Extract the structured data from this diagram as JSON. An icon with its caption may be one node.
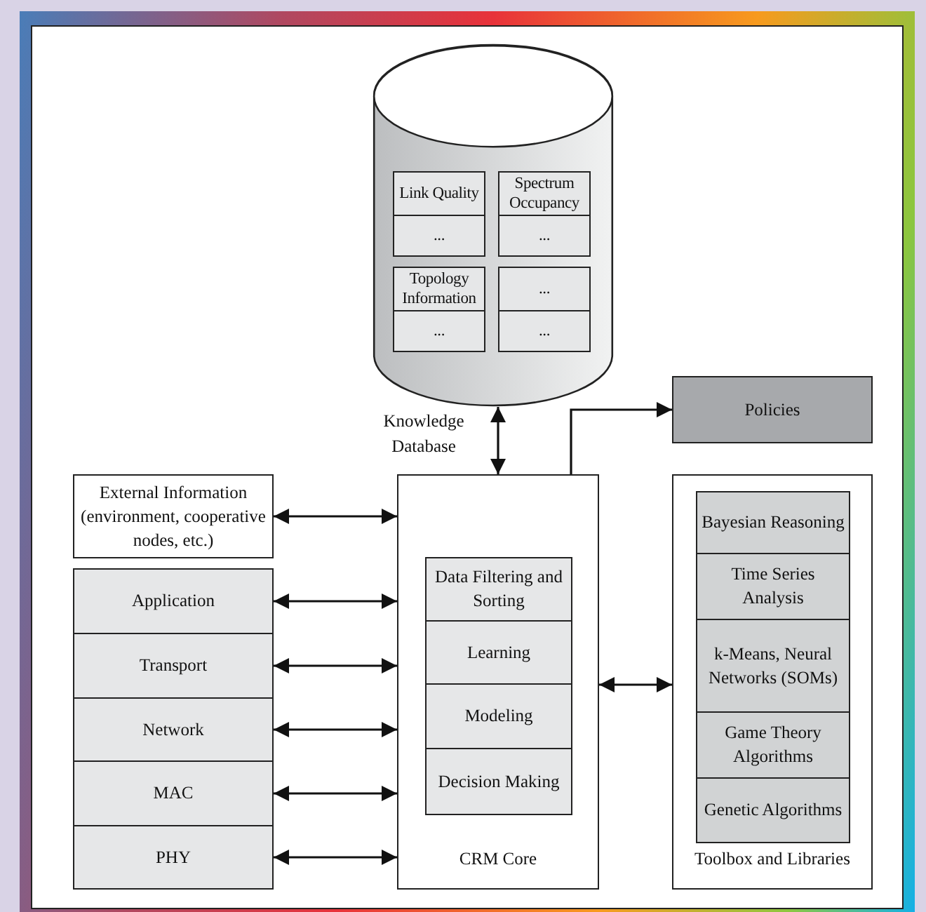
{
  "diagram": {
    "nodes": [
      {
        "text": [],
        "shape": "cylinder",
        "beside": [
          "Knowledge Database"
        ]
      },
      {
        "text": [
          "Link Quality",
          "..."
        ],
        "in": 0
      },
      {
        "text": [
          "Spectrum Occupancy",
          "..."
        ],
        "in": 0
      },
      {
        "text": [
          "Topology Information",
          "..."
        ],
        "in": 0
      },
      {
        "text": [
          "...",
          "..."
        ],
        "in": 0
      },
      {
        "text": [
          "Policies"
        ]
      },
      {
        "text": [
          "External Information (environment, cooperative nodes, etc.)"
        ]
      },
      {
        "text": [
          "Application"
        ]
      },
      {
        "text": [
          "Transport"
        ]
      },
      {
        "text": [
          "Network"
        ]
      },
      {
        "text": [
          "MAC"
        ]
      },
      {
        "text": [
          "PHY"
        ]
      },
      {
        "text": [
          "CRM Core"
        ]
      },
      {
        "text": [
          "Data Filtering and Sorting"
        ],
        "in": 12
      },
      {
        "text": [
          "Learning"
        ],
        "in": 12
      },
      {
        "text": [
          "Modeling"
        ],
        "in": 12
      },
      {
        "text": [
          "Decision Making"
        ],
        "in": 12
      },
      {
        "text": [
          "Toolbox and Libraries"
        ]
      },
      {
        "text": [
          "Bayesian Reasoning"
        ],
        "in": 17
      },
      {
        "text": [
          "Time Series Analysis"
        ],
        "in": 17
      },
      {
        "text": [
          "k-Means, Neural Networks (SOMs)"
        ],
        "in": 17
      },
      {
        "text": [
          "Game Theory Algorithms"
        ],
        "in": 17
      },
      {
        "text": [
          "Genetic Algorithms"
        ],
        "in": 17
      }
    ],
    "edges": [
      {
        "from": 0,
        "to": 12,
        "arrow": "both"
      },
      {
        "from": 12,
        "to": 5,
        "arrow": "to"
      },
      {
        "from": 6,
        "to": 12,
        "arrow": "both"
      },
      {
        "from": 7,
        "to": 12,
        "arrow": "both"
      },
      {
        "from": 8,
        "to": 12,
        "arrow": "both"
      },
      {
        "from": 9,
        "to": 12,
        "arrow": "both"
      },
      {
        "from": 10,
        "to": 12,
        "arrow": "both"
      },
      {
        "from": 11,
        "to": 12,
        "arrow": "both"
      },
      {
        "from": 12,
        "to": 17,
        "arrow": "both"
      }
    ]
  }
}
